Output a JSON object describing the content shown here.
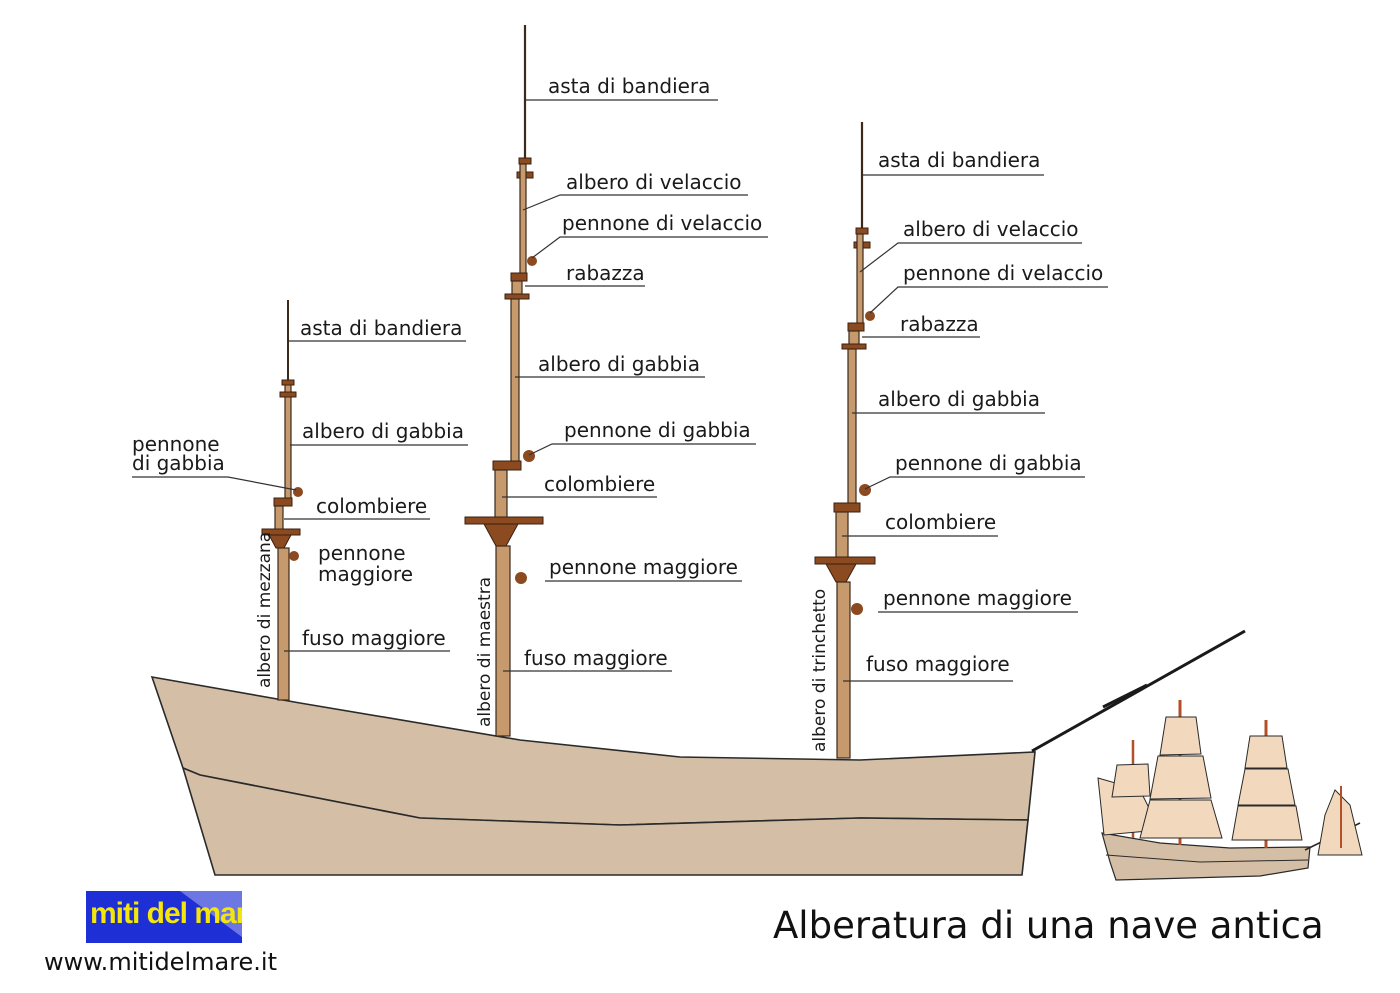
{
  "title": "Alberatura di una nave antica",
  "website": "www.mitidelmare.it",
  "logo_text": "miti del mare",
  "colors": {
    "hull": "#d4bfa6",
    "mast": "#c79a6e",
    "mast_fittings": "#8b4a1f",
    "logo_background": "#1f2fd6",
    "logo_text": "#f4e60a"
  },
  "masts": {
    "mizzen": {
      "name": "albero di mezzana",
      "labels": {
        "flagstaff": "asta di bandiera",
        "topmast": "albero di gabbia",
        "topsail_yard_line1": "pennone",
        "topsail_yard_line2": "di gabbia",
        "crosstrees": "colombiere",
        "main_yard_line1": "pennone",
        "main_yard_line2": "maggiore",
        "lower_mast": "fuso maggiore"
      }
    },
    "main": {
      "name": "albero di maestra",
      "labels": {
        "flagstaff": "asta di bandiera",
        "topgallant_mast": "albero di velaccio",
        "topgallant_yard": "pennone di velaccio",
        "top_cap": "rabazza",
        "topmast": "albero di gabbia",
        "topsail_yard": "pennone di gabbia",
        "crosstrees": "colombiere",
        "main_yard": "pennone maggiore",
        "lower_mast": "fuso maggiore"
      }
    },
    "fore": {
      "name": "albero di trinchetto",
      "labels": {
        "flagstaff": "asta di bandiera",
        "topgallant_mast": "albero di velaccio",
        "topgallant_yard": "pennone di velaccio",
        "top_cap": "rabazza",
        "topmast": "albero di gabbia",
        "topsail_yard": "pennone di gabbia",
        "crosstrees": "colombiere",
        "main_yard": "pennone maggiore",
        "lower_mast": "fuso maggiore"
      }
    }
  }
}
